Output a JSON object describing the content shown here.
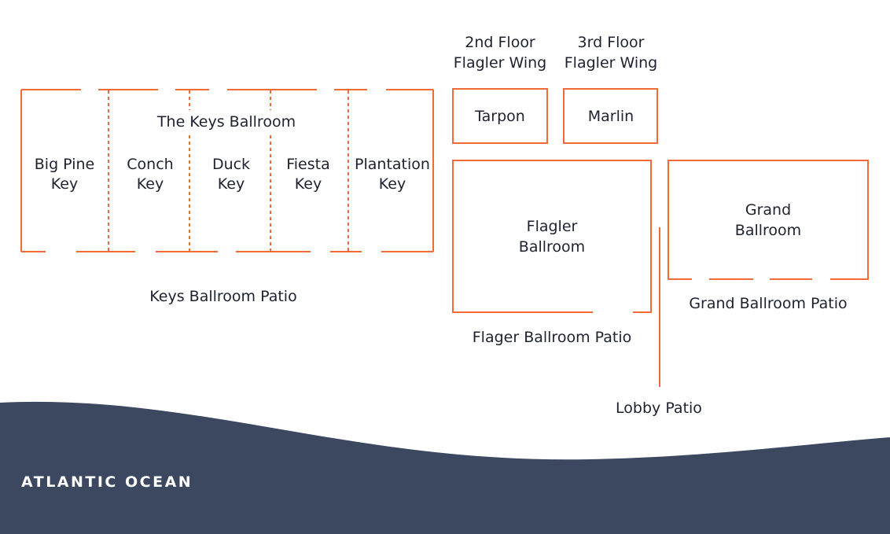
{
  "colors": {
    "wall": "#f26a36",
    "ocean": "#3b4860",
    "text": "#1e2230"
  },
  "rooms": {
    "keys_ballroom": "The Keys Ballroom",
    "big_pine": [
      "Big Pine",
      "Key"
    ],
    "conch": [
      "Conch",
      "Key"
    ],
    "duck": [
      "Duck",
      "Key"
    ],
    "fiesta": [
      "Fiesta",
      "Key"
    ],
    "plantation": [
      "Plantation",
      "Key"
    ],
    "tarpon": "Tarpon",
    "marlin": "Marlin",
    "flagler": [
      "Flagler",
      "Ballroom"
    ],
    "grand": [
      "Grand",
      "Ballroom"
    ]
  },
  "headings": {
    "second_floor": [
      "2nd Floor",
      "Flagler Wing"
    ],
    "third_floor": [
      "3rd Floor",
      "Flagler Wing"
    ]
  },
  "patios": {
    "keys": "Keys Ballroom Patio",
    "flagler": "Flager Ballroom Patio",
    "grand": "Grand Ballroom Patio",
    "lobby": "Lobby Patio"
  },
  "ocean": "ATLANTIC OCEAN"
}
